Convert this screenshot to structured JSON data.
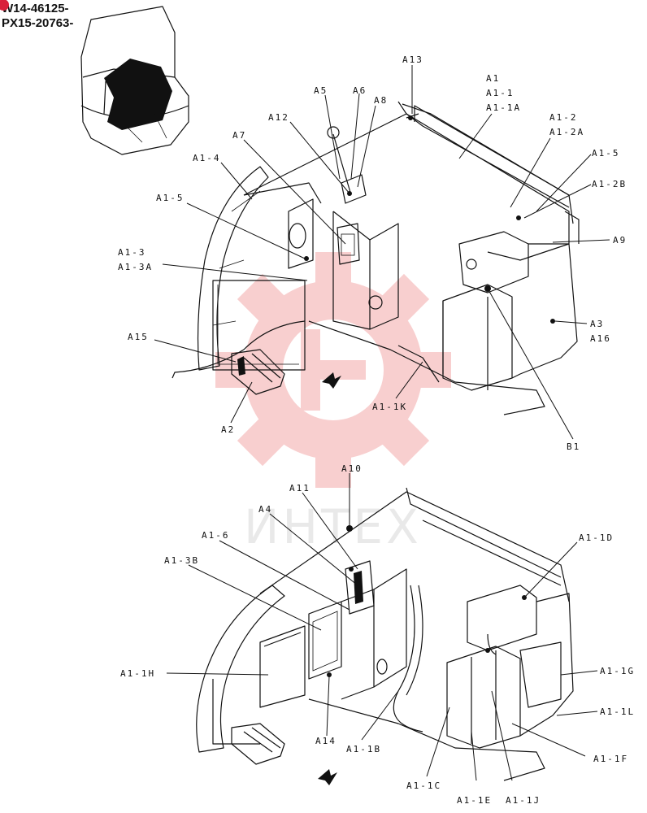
{
  "serials": [
    "W14-46125-",
    "PX15-20763-"
  ],
  "watermark_text": "ИНТЕХ",
  "colors": {
    "ink": "#111111",
    "watermark": "#f4a9a9",
    "badge": "#d9213b"
  },
  "labels_top": {
    "A13": "A13",
    "A1": "A1",
    "A1_1": "A1-1",
    "A1_1A": "A1-1A",
    "A1_2": "A1-2",
    "A1_2A": "A1-2A",
    "A1_5r": "A1-5",
    "A1_2B": "A1-2B",
    "A9": "A9",
    "A3": "A3",
    "A16": "A16",
    "A5": "A5",
    "A6": "A6",
    "A8": "A8",
    "A12": "A12",
    "A7": "A7",
    "A1_4": "A1-4",
    "A1_5l": "A1-5",
    "A1_3": "A1-3",
    "A1_3A": "A1-3A",
    "A15": "A15",
    "A2": "A2",
    "A1_1K": "A1-1K",
    "B1": "B1"
  },
  "labels_bottom": {
    "A10": "A10",
    "A11": "A11",
    "A4": "A4",
    "A1_6": "A1-6",
    "A1_3B": "A1-3B",
    "A1_1D": "A1-1D",
    "A1_1H": "A1-1H",
    "A1_1G": "A1-1G",
    "A1_1L": "A1-1L",
    "A1_1F": "A1-1F",
    "A14": "A14",
    "A1_1B": "A1-1B",
    "A1_1C": "A1-1C",
    "A1_1E": "A1-1E",
    "A1_1J": "A1-1J"
  }
}
